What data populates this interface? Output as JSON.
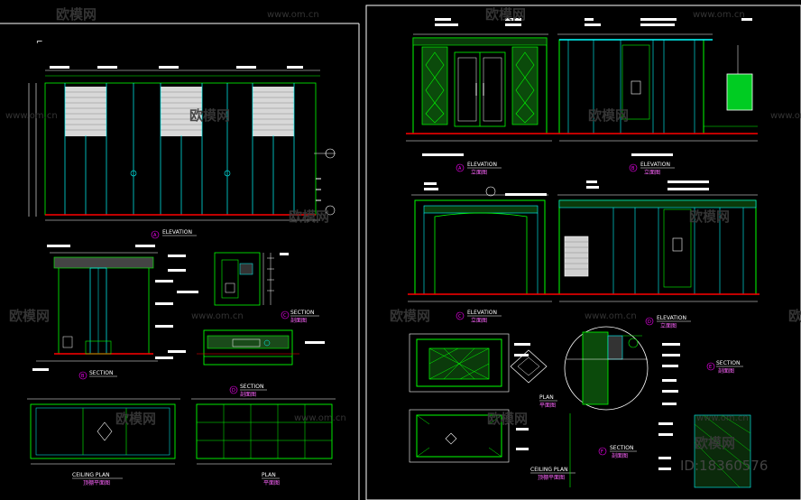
{
  "watermark": {
    "brand": "欧模网",
    "url": "www.om.cn",
    "stamp": "ID:18360576"
  },
  "left_sheet": {
    "views": [
      {
        "title": "ELEVATION",
        "marker": "A"
      },
      {
        "title": "SECTION",
        "marker": "B"
      },
      {
        "title": "SECTION",
        "marker": "C",
        "subtitle": "剖面图"
      },
      {
        "title": "SECTION",
        "marker": "D",
        "subtitle": "剖面图"
      },
      {
        "title": "CEILING PLAN",
        "subtitle": "顶棚平面图"
      },
      {
        "title": "PLAN",
        "subtitle": "平面图"
      }
    ]
  },
  "right_sheet": {
    "views": [
      {
        "title": "ELEVATION",
        "marker": "A",
        "subtitle": "立面图"
      },
      {
        "title": "ELEVATION",
        "marker": "B",
        "subtitle": "立面图"
      },
      {
        "title": "ELEVATION",
        "marker": "C",
        "subtitle": "立面图"
      },
      {
        "title": "ELEVATION",
        "marker": "D",
        "subtitle": "立面图"
      },
      {
        "title": "PLAN",
        "subtitle": "平面图"
      },
      {
        "title": "SECTION",
        "marker": "E",
        "subtitle": "剖面图"
      },
      {
        "title": "CEILING PLAN",
        "subtitle": "顶棚平面图"
      },
      {
        "title": "SECTION",
        "marker": "F",
        "subtitle": "剖面图"
      }
    ],
    "notes": [
      "面板",
      "墙纸",
      "暗藏灯",
      "木饰面",
      "石材",
      "木线条",
      "暗藏木构件基层部分"
    ]
  },
  "colors": {
    "background": "#000000",
    "primary_line": "#00ff00",
    "secondary_line": "#00ffff",
    "dimension": "#ffffff",
    "accent": "#ff00ff",
    "floor": "#ff0000"
  }
}
